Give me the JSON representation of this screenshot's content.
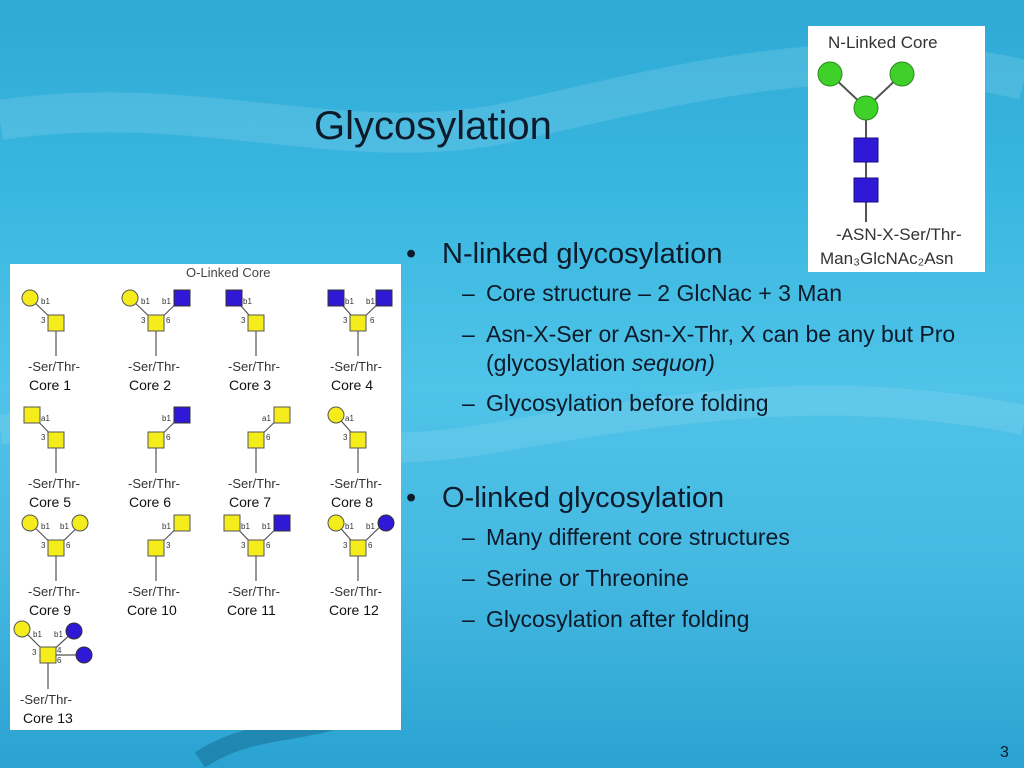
{
  "slide": {
    "title": "Glycosylation",
    "number": "3"
  },
  "n_linked": {
    "heading": "N-linked glycosylation",
    "points": [
      {
        "text": "Core structure – 2 GlcNac + 3 Man"
      },
      {
        "text": "Asn-X-Ser or Asn-X-Thr, X can be any but Pro (glycosylation ",
        "italic": "sequon)"
      },
      {
        "text": "Glycosylation before folding"
      }
    ]
  },
  "o_linked": {
    "heading": "O-linked glycosylation",
    "points": [
      {
        "text": "Many different core structures"
      },
      {
        "text": "Serine or Threonine"
      },
      {
        "text": "Glycosylation after folding"
      }
    ]
  },
  "n_figure": {
    "title": "N-Linked Core",
    "attach": "-ASN-X-Ser/Thr-",
    "formula": "Man₃GlcNAc₂Asn"
  },
  "o_figure": {
    "title": "O-Linked Core",
    "attach": "-Ser/Thr-",
    "cores": [
      {
        "label": "Core 1"
      },
      {
        "label": "Core 2"
      },
      {
        "label": "Core 3"
      },
      {
        "label": "Core 4"
      },
      {
        "label": "Core 5"
      },
      {
        "label": "Core 6"
      },
      {
        "label": "Core 7"
      },
      {
        "label": "Core 8"
      },
      {
        "label": "Core 9"
      },
      {
        "label": "Core 10"
      },
      {
        "label": "Core 11"
      },
      {
        "label": "Core 12"
      },
      {
        "label": "Core 13"
      }
    ]
  },
  "colors": {
    "galactose": "#f5ec1b",
    "glcnac": "#2f19d6",
    "mannose": "#3fd12a"
  }
}
